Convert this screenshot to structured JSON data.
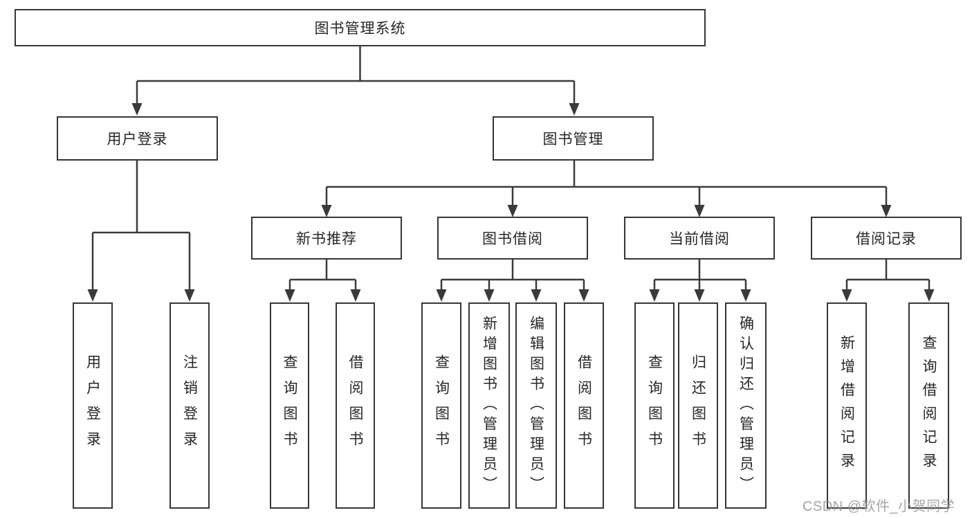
{
  "watermark": "CSDN @软件_小贺同学",
  "colors": {
    "line": "#3a3a3a",
    "box_border": "#353535",
    "text": "#262626",
    "watermark": "#989898",
    "background": "#ffffff"
  },
  "tree": {
    "label": "图书管理系统",
    "children": [
      {
        "label": "用户登录",
        "children": [
          {
            "label": "用户登录"
          },
          {
            "label": "注销登录"
          }
        ]
      },
      {
        "label": "图书管理",
        "children": [
          {
            "label": "新书推荐",
            "children": [
              {
                "label": "查询图书"
              },
              {
                "label": "借阅图书"
              }
            ]
          },
          {
            "label": "图书借阅",
            "children": [
              {
                "label": "查询图书"
              },
              {
                "label": "新增图书（管理员）"
              },
              {
                "label": "编辑图书（管理员）"
              },
              {
                "label": "借阅图书"
              }
            ]
          },
          {
            "label": "当前借阅",
            "children": [
              {
                "label": "查询图书"
              },
              {
                "label": "归还图书"
              },
              {
                "label": "确认归还（管理员）"
              }
            ]
          },
          {
            "label": "借阅记录",
            "children": [
              {
                "label": "新增借阅记录"
              },
              {
                "label": "查询借阅记录"
              }
            ]
          }
        ]
      }
    ]
  }
}
